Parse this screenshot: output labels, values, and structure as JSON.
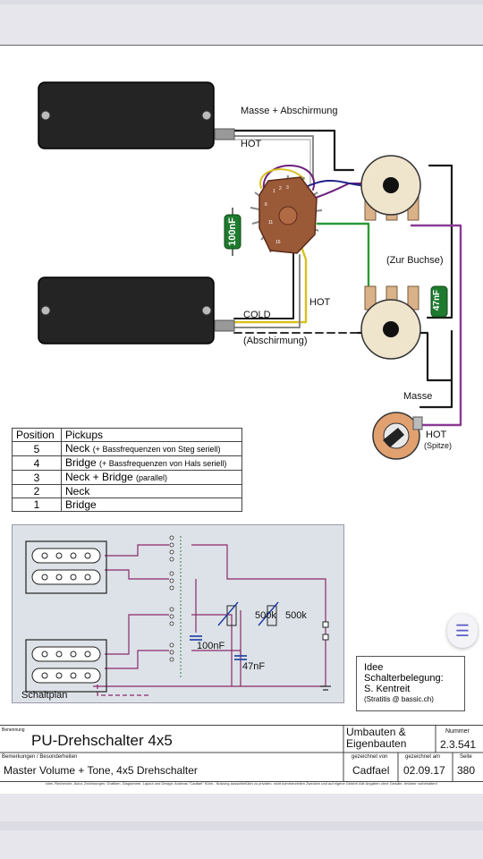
{
  "labels": {
    "masse_abschirmung": "Masse + Abschirmung",
    "hot_top": "HOT",
    "cap_100nf": "100nF",
    "cap_47nf": "47nF",
    "zur_buchse": "(Zur Buchse)",
    "hot_mid": "HOT",
    "cold": "COLD",
    "abschirmung": "(Abschirmung)",
    "masse": "Masse",
    "hot_jack": "HOT",
    "spitze": "(Spitze)"
  },
  "position_table": {
    "headers": [
      "Position",
      "Pickups"
    ],
    "rows": [
      {
        "pos": "5",
        "main": "Neck",
        "note": "(+ Bassfrequenzen von Steg seriell)"
      },
      {
        "pos": "4",
        "main": "Bridge",
        "note": "(+ Bassfrequenzen von Hals seriell)"
      },
      {
        "pos": "3",
        "main": "Neck + Bridge",
        "note": "(parallel)"
      },
      {
        "pos": "2",
        "main": "Neck",
        "note": ""
      },
      {
        "pos": "1",
        "main": "Bridge",
        "note": ""
      }
    ]
  },
  "schematic": {
    "title": "Schaltplan",
    "pot1": "500k",
    "pot2": "500k",
    "cap1": "100nF",
    "cap2": "47nF"
  },
  "idea_box": {
    "line1": "Idee",
    "line2": "Schalterbelegung:",
    "line3": "S. Kentreit",
    "line4": "(Stratitis @ bassic.ch)"
  },
  "title_block": {
    "benennung_label": "Benennung",
    "title": "PU-Drehschalter 4x5",
    "category": "Umbauten & Eigenbauten",
    "nummer_label": "Nummer",
    "nummer": "2.3.541",
    "bemerkungen_label": "Bemerkungen / Besonderheiten",
    "subtitle": "Master Volume + Tone, 4x5 Drehschalter",
    "gezeichnet_von_label": "gezeichnet von",
    "author": "Cadfael",
    "gezeichnet_am_label": "gezeichnet am",
    "date": "02.09.17",
    "seite_label": "Seite",
    "page": "380"
  },
  "fine_print": "Idee, Recherche, Autor, Zeichnungen, Grafiken, Diagramme, Layout und Design: Andreas \"Cadfael\" Kühn  -  Nutzung ausschließlich zu privaten, nicht kommerziellen Zwecken und auf eigene Gefahr! Alle Angaben ohne Gewähr. Irrtümer vorbehalten!",
  "menu_icon": "hamburger-menu-icon"
}
